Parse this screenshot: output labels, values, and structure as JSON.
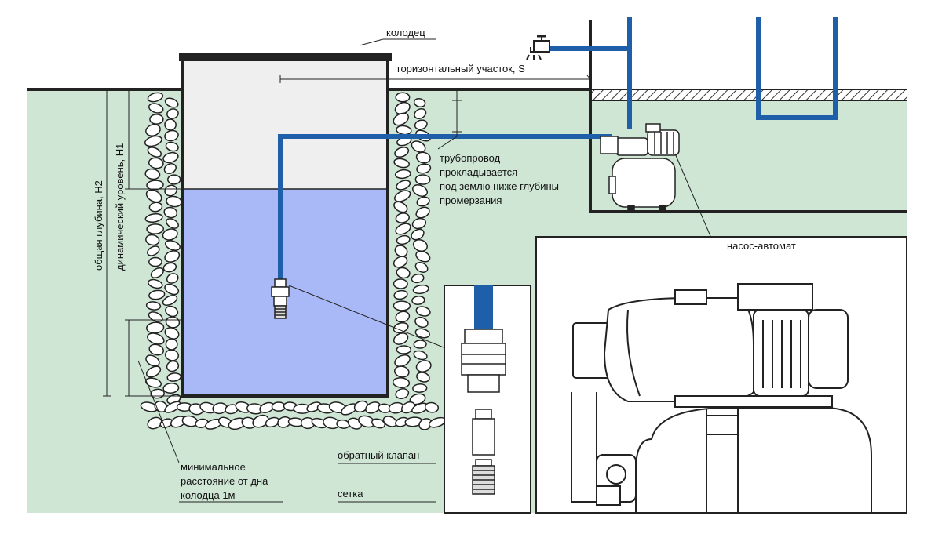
{
  "labels": {
    "well": "колодец",
    "horizontal_section": "горизонтальный участок, S",
    "total_depth": "общая глубина, H2",
    "dynamic_level": "динамический уровень, H1",
    "pipeline_line1": "трубопровод",
    "pipeline_line2": "прокладывается",
    "pipeline_line3": "под землю ниже глубины",
    "pipeline_line4": "промерзания",
    "pump_station": "насос-автомат",
    "min_distance_line1": "минимальное",
    "min_distance_line2": "расстояние от дна",
    "min_distance_line3": "колодца  1м",
    "check_valve": "обратный клапан",
    "strainer": "сетка"
  },
  "colors": {
    "ground": "#cfe6d5",
    "water": "#a9b9f7",
    "well_air": "#efefef",
    "pipe": "#1f5ea8",
    "outline": "#222222",
    "stone_fill": "#ffffff"
  },
  "icons": {
    "faucet": "faucet-icon",
    "pump": "pump-station-icon",
    "check_valve": "check-valve-icon",
    "strainer": "strainer-icon"
  }
}
